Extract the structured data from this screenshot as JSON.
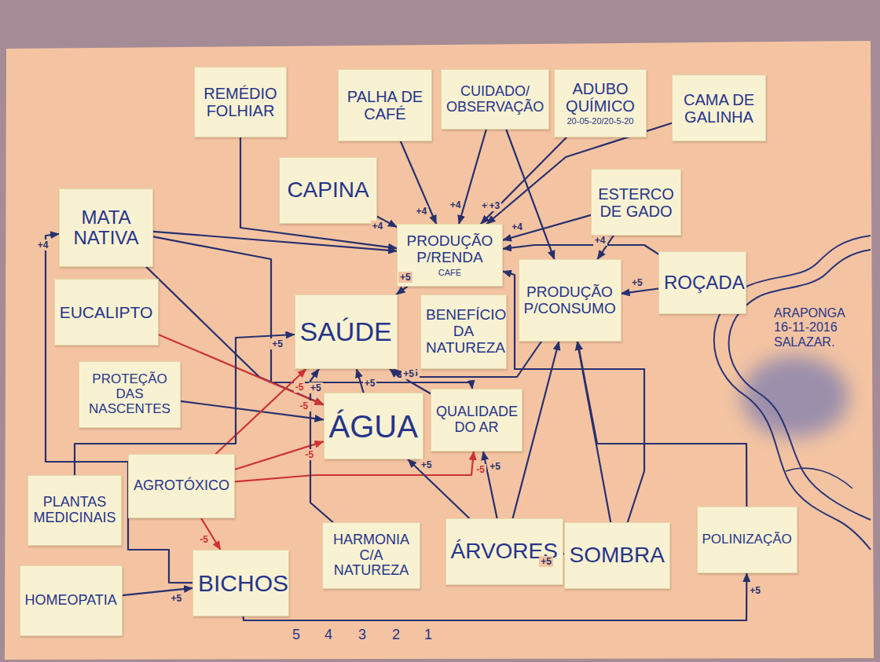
{
  "diagram": {
    "nodes": [
      {
        "text": [
          "REMÉDIO FOLHIAR"
        ]
      },
      {
        "text": [
          "PALHA DE CAFÉ"
        ]
      },
      {
        "text": [
          "CUIDADO/ OBSERVAÇÃO"
        ]
      },
      {
        "text": [
          "ADUBO QUÍMICO",
          "20-05-20/20-5-20"
        ]
      },
      {
        "text": [
          "CAMA DE GALINHA"
        ]
      },
      {
        "text": [
          "CAPINA"
        ]
      },
      {
        "text": [
          "MATA NATIVA"
        ]
      },
      {
        "text": [
          "ESTERCO DE GADO"
        ]
      },
      {
        "text": [
          "PRODUÇÃO P/RENDA",
          "CAFÉ"
        ]
      },
      {
        "text": [
          "ROÇADA"
        ]
      },
      {
        "text": [
          "EUCALIPTO"
        ]
      },
      {
        "text": [
          "SAÚDE"
        ]
      },
      {
        "text": [
          "BENEFÍCIO DA NATUREZA"
        ]
      },
      {
        "text": [
          "PRODUÇÃO P/CONSUMO"
        ]
      },
      {
        "text": [
          "PROTEÇÃO DAS NASCENTES"
        ]
      },
      {
        "text": [
          "ÁGUA"
        ]
      },
      {
        "text": [
          "QUALIDADE DO AR"
        ]
      },
      {
        "text": [
          "AGROTÓXICO"
        ]
      },
      {
        "text": [
          "PLANTAS MEDICINAIS"
        ]
      },
      {
        "text": [
          "BICHOS"
        ]
      },
      {
        "text": [
          "HARMONIA C/A NATUREZA"
        ]
      },
      {
        "text": [
          "ÁRVORES"
        ]
      },
      {
        "text": [
          "SOMBRA"
        ]
      },
      {
        "text": [
          "POLINIZAÇÃO"
        ]
      },
      {
        "text": [
          "HOMEOPATIA"
        ]
      }
    ],
    "edges": [
      {
        "from": 0,
        "to": 8,
        "arrow": "to"
      },
      {
        "from": 1,
        "to": 8,
        "arrow": "to",
        "label": "+4"
      },
      {
        "from": 2,
        "to": 8,
        "arrow": "to",
        "label": "+4"
      },
      {
        "from": 2,
        "to": 13,
        "arrow": "to"
      },
      {
        "from": 3,
        "to": 8,
        "arrow": "to",
        "label": "+5"
      },
      {
        "from": 4,
        "to": 8,
        "arrow": "to",
        "label": "+3"
      },
      {
        "from": 5,
        "to": 8,
        "arrow": "to",
        "label": "+4"
      },
      {
        "from": 7,
        "to": 8,
        "arrow": "to",
        "label": "+4"
      },
      {
        "from": 7,
        "to": 13,
        "arrow": "to",
        "label": "+4"
      },
      {
        "from": 9,
        "to": 13,
        "arrow": "to",
        "label": "+5"
      },
      {
        "from": 9,
        "to": 8,
        "arrow": "to"
      },
      {
        "from": 6,
        "to": 8,
        "arrow": "to"
      },
      {
        "from": 6,
        "to": 15,
        "arrow": "to",
        "label": "+5"
      },
      {
        "from": 6,
        "to": 16,
        "arrow": "to"
      },
      {
        "from": 10,
        "to": 15,
        "arrow": "to",
        "label": "-5"
      },
      {
        "from": 14,
        "to": 15,
        "arrow": "to"
      },
      {
        "from": 17,
        "to": 11,
        "arrow": "to",
        "label": "-5"
      },
      {
        "from": 17,
        "to": 15,
        "arrow": "to",
        "label": "-5"
      },
      {
        "from": 17,
        "to": 16,
        "arrow": "to",
        "label": "-5"
      },
      {
        "from": 17,
        "to": 19,
        "arrow": "to",
        "label": "-5"
      },
      {
        "from": 18,
        "to": 11,
        "arrow": "to",
        "label": "+5"
      },
      {
        "from": 24,
        "to": 19,
        "arrow": "to",
        "label": "+5"
      },
      {
        "from": 19,
        "to": 6,
        "arrow": "to",
        "label": "+4"
      },
      {
        "from": 19,
        "to": 23,
        "arrow": "to",
        "label": "+5"
      },
      {
        "from": 23,
        "to": 13,
        "arrow": "to"
      },
      {
        "from": 20,
        "to": 11,
        "arrow": "to",
        "label": "+5"
      },
      {
        "from": 21,
        "to": 22,
        "arrow": "to",
        "label": "+5"
      },
      {
        "from": 21,
        "to": 15,
        "arrow": "to",
        "label": "+5"
      },
      {
        "from": 21,
        "to": 16,
        "arrow": "to",
        "label": "+5"
      },
      {
        "from": 21,
        "to": 13,
        "arrow": "to"
      },
      {
        "from": 22,
        "to": 13,
        "arrow": "to"
      },
      {
        "from": 22,
        "to": 8,
        "arrow": "to"
      },
      {
        "from": 15,
        "to": 11,
        "arrow": "to",
        "label": "+5"
      },
      {
        "from": 16,
        "to": 11,
        "arrow": "to",
        "label": "+5"
      },
      {
        "from": 8,
        "to": 11,
        "arrow": "to",
        "label": "+5"
      },
      {
        "from": 13,
        "to": 11,
        "arrow": "to",
        "label": "+5"
      }
    ],
    "labels": [
      "ARAPONGA 16-11-2016 SALAZAR.",
      "5",
      "4",
      "3",
      "2",
      "1"
    ]
  }
}
